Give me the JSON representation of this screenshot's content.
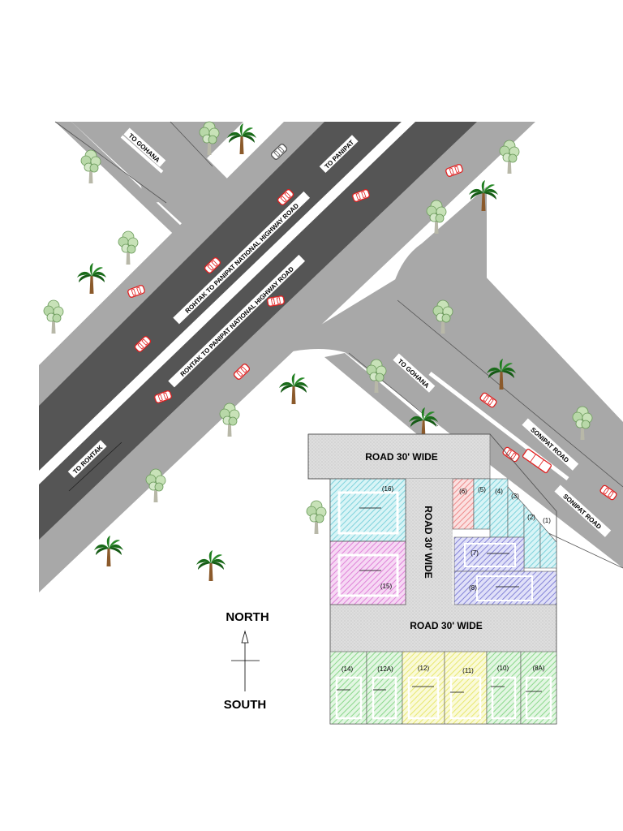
{
  "road_labels": {
    "to_gohana_north": "TO GOHANA",
    "to_panipat": "TO PANIPAT",
    "highway_upper": "ROHTAK TO PANIPAT NATIONAL HIGHWAY ROAD",
    "highway_lower": "ROHTAK TO PANIPAT NATIONAL HIGHWAY ROAD",
    "to_rohtak": "TO ROHTAK",
    "to_gohana_south": "TO GOHANA",
    "sonipat_road_1": "SONIPAT   ROAD",
    "sonipat_road_2": "SONIPAT   ROAD"
  },
  "colony": {
    "road_top": "ROAD  30'   WIDE",
    "road_vertical": "ROAD 30' WIDE",
    "road_middle": "ROAD 30' WIDE",
    "plots": [
      {
        "id": "p16",
        "label": "(16)",
        "color": "#8fd8e0"
      },
      {
        "id": "p15",
        "label": "(15)",
        "color": "#e78ee0"
      },
      {
        "id": "p6",
        "label": "(6)",
        "color": "#f08a8a"
      },
      {
        "id": "p5",
        "label": "(5)",
        "color": "#8fd8e0"
      },
      {
        "id": "p4",
        "label": "(4)",
        "color": "#8fd8e0"
      },
      {
        "id": "p3",
        "label": "(3)",
        "color": "#8fd8e0"
      },
      {
        "id": "p2",
        "label": "(2)",
        "color": "#8fd8e0"
      },
      {
        "id": "p1",
        "label": "(1)",
        "color": "#8fd8e0"
      },
      {
        "id": "p7",
        "label": "(7)",
        "color": "#8c8ce0"
      },
      {
        "id": "p8",
        "label": "(8)",
        "color": "#8c8ce0"
      },
      {
        "id": "p14",
        "label": "(14)",
        "color": "#9ce09c"
      },
      {
        "id": "p12a",
        "label": "(12A)",
        "color": "#9ce09c"
      },
      {
        "id": "p12",
        "label": "(12)",
        "color": "#f2f280"
      },
      {
        "id": "p11",
        "label": "(11)",
        "color": "#f2f280"
      },
      {
        "id": "p10",
        "label": "(10)",
        "color": "#9ce09c"
      },
      {
        "id": "p8a",
        "label": "(8A)",
        "color": "#9ce09c"
      }
    ]
  },
  "compass": {
    "north": "NORTH",
    "south": "SOUTH"
  },
  "colors": {
    "road_light": "#a8a8a8",
    "road_dark": "#555555",
    "colony_road": "#dcdcdc",
    "car": "#e02020",
    "palm": "#1a6b1a",
    "trunk": "#8b5a2b"
  }
}
